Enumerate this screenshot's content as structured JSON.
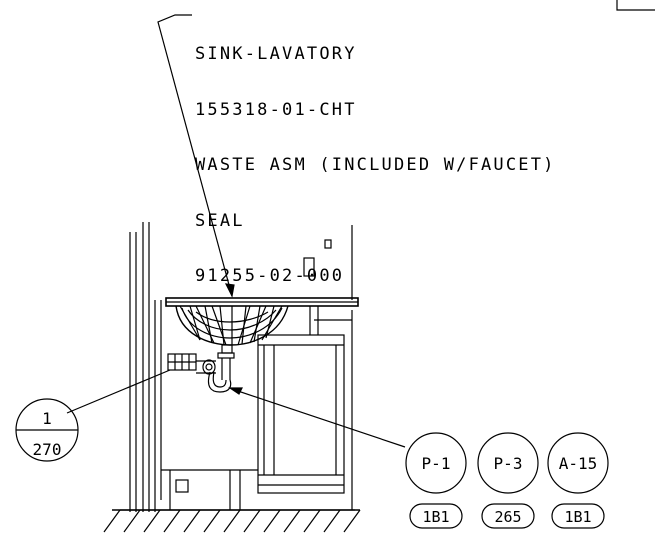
{
  "callout": {
    "lines": [
      "SINK-LAVATORY",
      "155318-01-CHT",
      "WASTE ASM (INCLUDED W/FAUCET)",
      "SEAL",
      "91255-02-000"
    ]
  },
  "detail_bubble": {
    "number": "1",
    "sheet": "270"
  },
  "ref_bubbles": [
    {
      "code": "P-1",
      "ref": "1B1"
    },
    {
      "code": "P-3",
      "ref": "265"
    },
    {
      "code": "A-15",
      "ref": "1B1"
    }
  ]
}
